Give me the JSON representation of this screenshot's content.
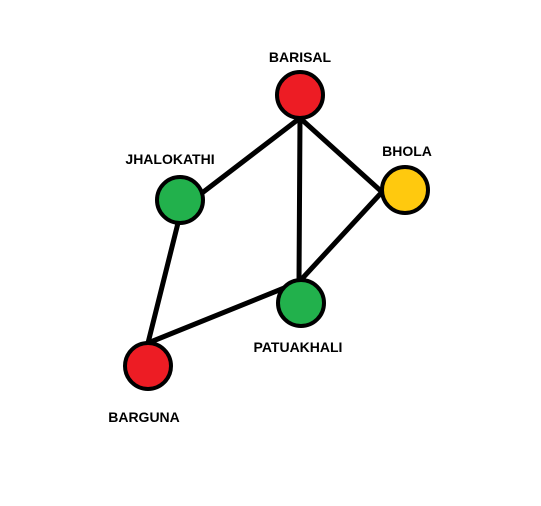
{
  "graph": {
    "nodes": [
      {
        "id": "barisal",
        "label": "BARISAL",
        "color": "#ed1c24"
      },
      {
        "id": "jhalokathi",
        "label": "JHALOKATHI",
        "color": "#22b14c"
      },
      {
        "id": "bhola",
        "label": "BHOLA",
        "color": "#ffc90e"
      },
      {
        "id": "patuakhali",
        "label": "PATUAKHALI",
        "color": "#22b14c"
      },
      {
        "id": "barguna",
        "label": "BARGUNA",
        "color": "#ed1c24"
      }
    ],
    "edges": [
      [
        "barisal",
        "jhalokathi"
      ],
      [
        "barisal",
        "patuakhali"
      ],
      [
        "barisal",
        "bhola"
      ],
      [
        "bhola",
        "patuakhali"
      ],
      [
        "jhalokathi",
        "barguna"
      ],
      [
        "barguna",
        "patuakhali"
      ]
    ],
    "edge_color": "#000000",
    "outline_color": "#000000"
  }
}
